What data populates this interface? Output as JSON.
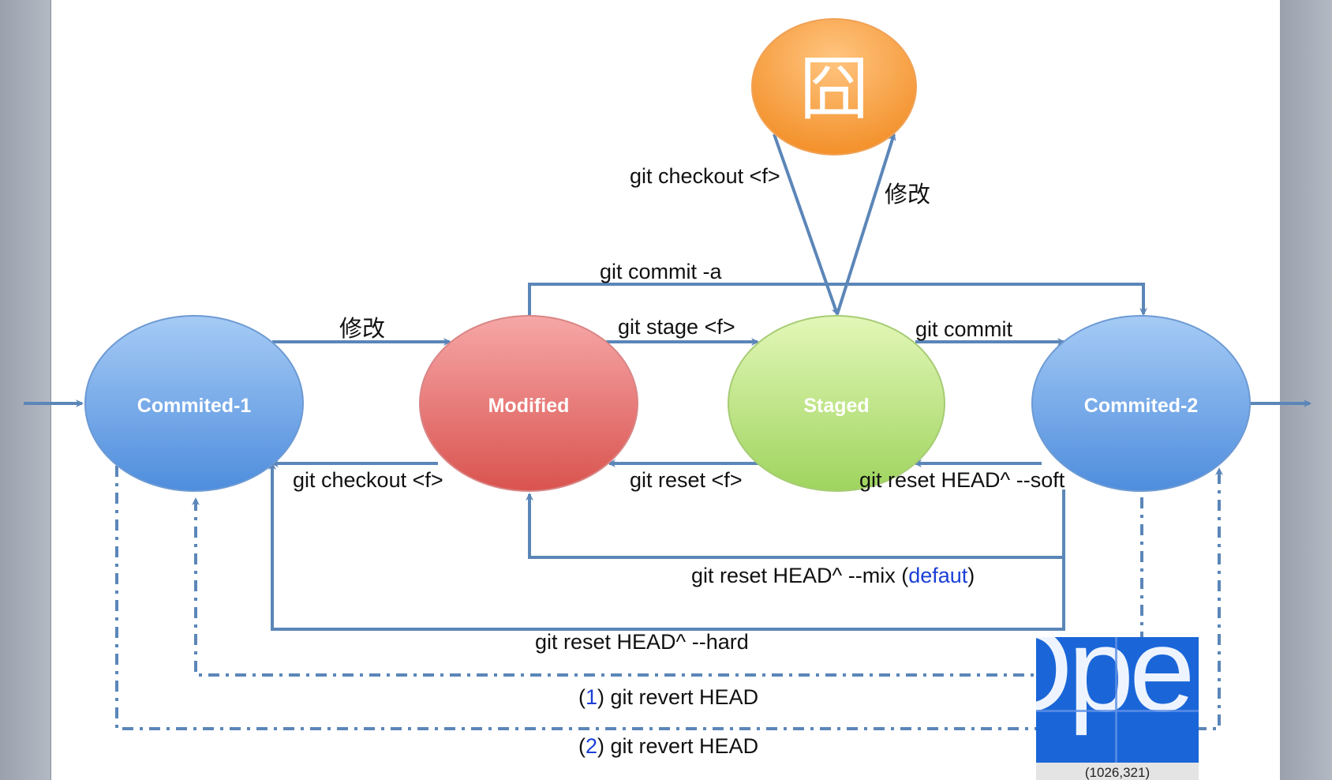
{
  "diagram": {
    "nodes": {
      "workdir": {
        "label": "囧",
        "color": "#f59a34"
      },
      "commited1": {
        "label": "Commited-1",
        "color": "#5b9be3"
      },
      "modified": {
        "label": "Modified",
        "color": "#e86a6a"
      },
      "staged": {
        "label": "Staged",
        "color": "#a9d86a"
      },
      "commited2": {
        "label": "Commited-2",
        "color": "#5b9be3"
      }
    },
    "edges": {
      "git_checkout_top": "git checkout <f>",
      "modify_top": "修改",
      "git_commit_a": "git commit -a",
      "modify_left": "修改",
      "git_stage": "git stage <f>",
      "git_commit": "git commit",
      "git_checkout_bottom": "git checkout <f>",
      "git_reset_f": "git reset <f>",
      "git_reset_soft": "git reset HEAD^ --soft",
      "git_reset_mix_prefix": "git reset HEAD^ --mix (",
      "git_reset_mix_default": "defaut",
      "git_reset_mix_suffix": ")",
      "git_reset_hard": "git reset HEAD^ --hard",
      "revert1_open": "(",
      "revert1_num": "1",
      "revert1_rest": ") git revert HEAD",
      "revert2_open": "(",
      "revert2_num": "2",
      "revert2_rest": ") git revert HEAD"
    },
    "colors": {
      "arrow": "#5b86b8",
      "highlight_text": "#1a3fd6"
    }
  },
  "magnifier": {
    "text": "Ope",
    "coordinates": "(1026,321)"
  }
}
